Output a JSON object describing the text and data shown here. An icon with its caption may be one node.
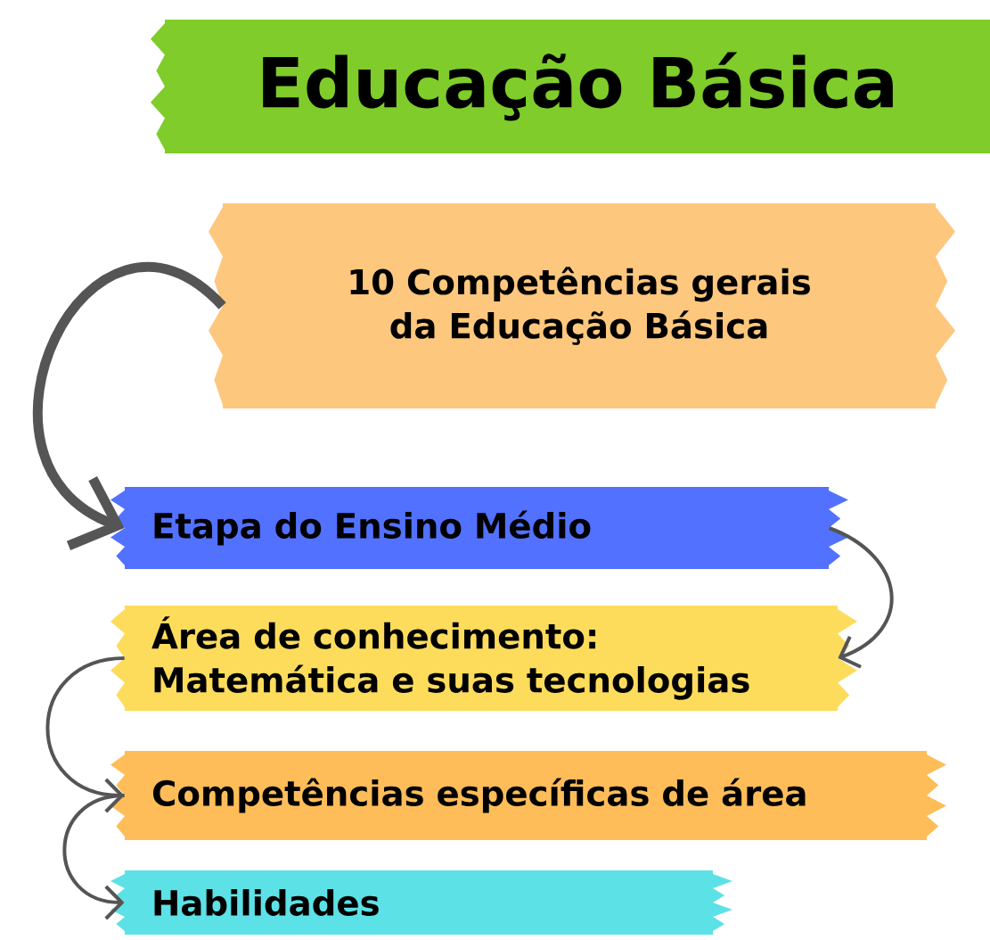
{
  "diagram": {
    "nodes": [
      {
        "text": [
          "Educação Básica"
        ]
      },
      {
        "text": [
          "10 Competências gerais da Educação Básica"
        ]
      },
      {
        "text": [
          "Etapa do Ensino Médio"
        ]
      },
      {
        "text": [
          "Área de conhecimento: Matemática e suas tecnologias"
        ]
      },
      {
        "text": [
          "Competências específicas de área"
        ]
      },
      {
        "text": [
          "Habilidades"
        ]
      }
    ],
    "edges": [
      {
        "from": 1,
        "to": 2,
        "arrow": "to",
        "style": "thick"
      },
      {
        "from": 2,
        "to": 3,
        "arrow": "to"
      },
      {
        "from": 3,
        "to": 4,
        "arrow": "to"
      },
      {
        "from": 4,
        "to": 5,
        "arrow": "to"
      }
    ]
  }
}
